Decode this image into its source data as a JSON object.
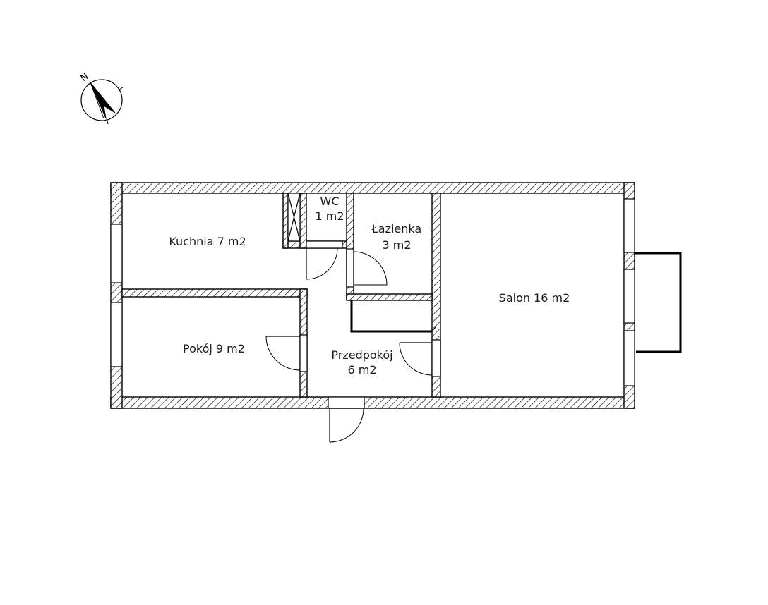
{
  "rooms": {
    "kuchnia": "Kuchnia 7 m2",
    "wc_name": "WC",
    "wc_area": "1 m2",
    "lazienka_name": "Łazienka",
    "lazienka_area": "3 m2",
    "salon": "Salon 16 m2",
    "pokoj": "Pokój 9 m2",
    "przedpokoj_name": "Przedpokój",
    "przedpokoj_area": "6 m2"
  },
  "compass": {
    "letter": "N",
    "icon": "north-arrow-icon"
  },
  "colors": {
    "wall_stroke": "#000000",
    "hatch": "#000000",
    "background": "#ffffff"
  }
}
